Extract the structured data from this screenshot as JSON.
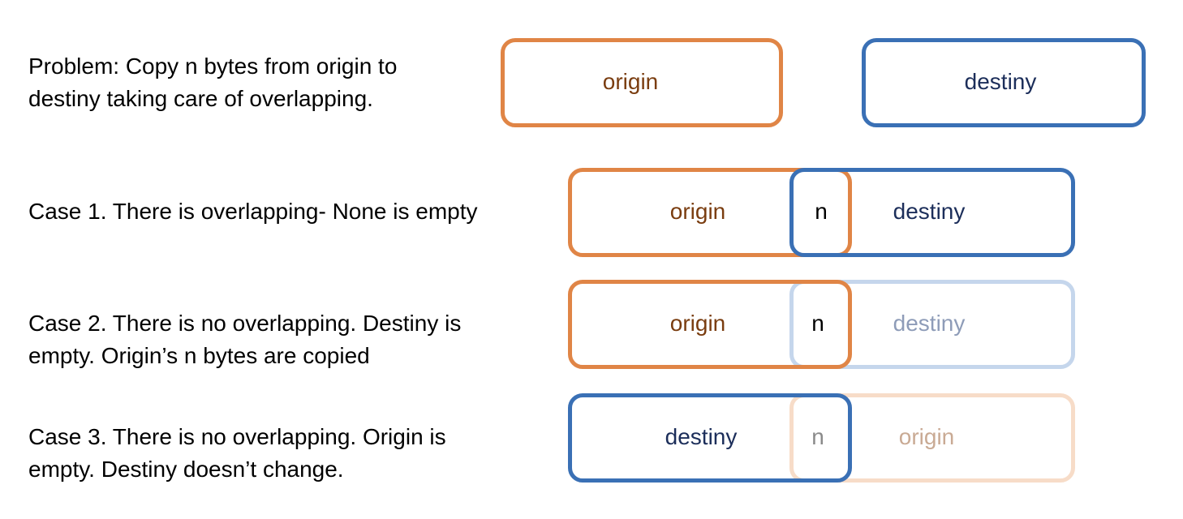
{
  "colors": {
    "origin_border": "#e08546",
    "origin_text": "#7a3d10",
    "origin_faded_border": "#f7dcc8",
    "origin_faded_text": "#c9aa94",
    "destiny_border": "#3a70b5",
    "destiny_text": "#1c2e5a",
    "destiny_faded_border": "#c5d6ec",
    "destiny_faded_text": "#8e9cb8",
    "n_text": "#000000",
    "n_faded_text": "#8a8a8a"
  },
  "problem": {
    "text": "Problem: Copy n bytes from origin to\ndestiny taking care of overlapping.",
    "origin_label": "origin",
    "destiny_label": "destiny"
  },
  "case1": {
    "text": "Case 1. There is overlapping- None is empty",
    "origin_label": "origin",
    "n_label": "n",
    "destiny_label": "destiny"
  },
  "case2": {
    "text": "Case 2. There is no overlapping. Destiny is\nempty. Origin’s n bytes are copied",
    "origin_label": "origin",
    "n_label": "n",
    "destiny_label": "destiny"
  },
  "case3": {
    "text": "Case 3. There is no overlapping. Origin is\nempty. Destiny doesn’t change.",
    "destiny_label": "destiny",
    "n_label": "n",
    "origin_label": "origin"
  }
}
